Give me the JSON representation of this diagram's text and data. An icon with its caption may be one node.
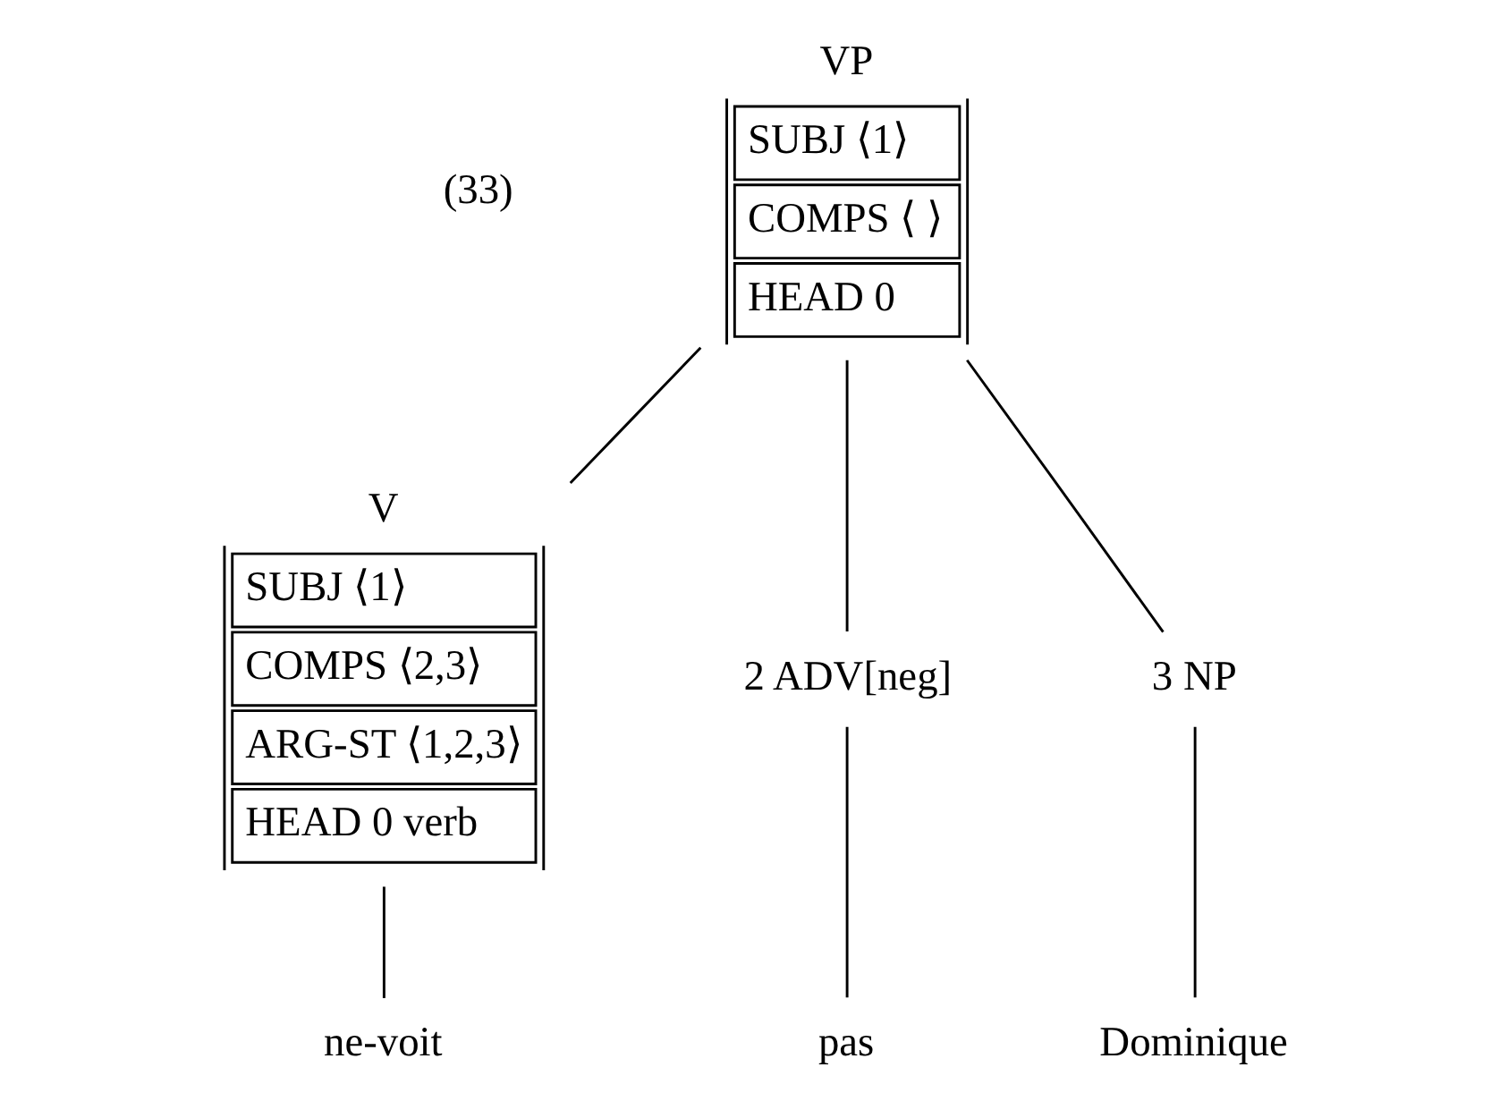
{
  "diagram": {
    "nodes": [
      {
        "text": [
          "VP",
          "SUBJ ⟨1⟩",
          "COMPS ⟨ ⟩",
          "HEAD 0"
        ]
      },
      {
        "text": [
          "V",
          "SUBJ ⟨1⟩",
          "COMPS ⟨2,3⟩",
          "ARG-ST ⟨1,2,3⟩",
          "HEAD 0 verb"
        ]
      },
      {
        "text": [
          "2 ADV[neg]"
        ]
      },
      {
        "text": [
          "3 NP"
        ]
      },
      {
        "text": [
          "ne-voit"
        ]
      },
      {
        "text": [
          "pas"
        ]
      },
      {
        "text": [
          "Dominique"
        ]
      }
    ],
    "edges": [
      {
        "from": 0,
        "to": 1,
        "arrow": "none"
      },
      {
        "from": 0,
        "to": 2,
        "arrow": "none"
      },
      {
        "from": 0,
        "to": 3,
        "arrow": "none"
      },
      {
        "from": 1,
        "to": 4,
        "arrow": "none"
      },
      {
        "from": 2,
        "to": 5,
        "arrow": "none"
      },
      {
        "from": 3,
        "to": 6,
        "arrow": "none"
      }
    ],
    "labels": [
      "(33)"
    ]
  }
}
